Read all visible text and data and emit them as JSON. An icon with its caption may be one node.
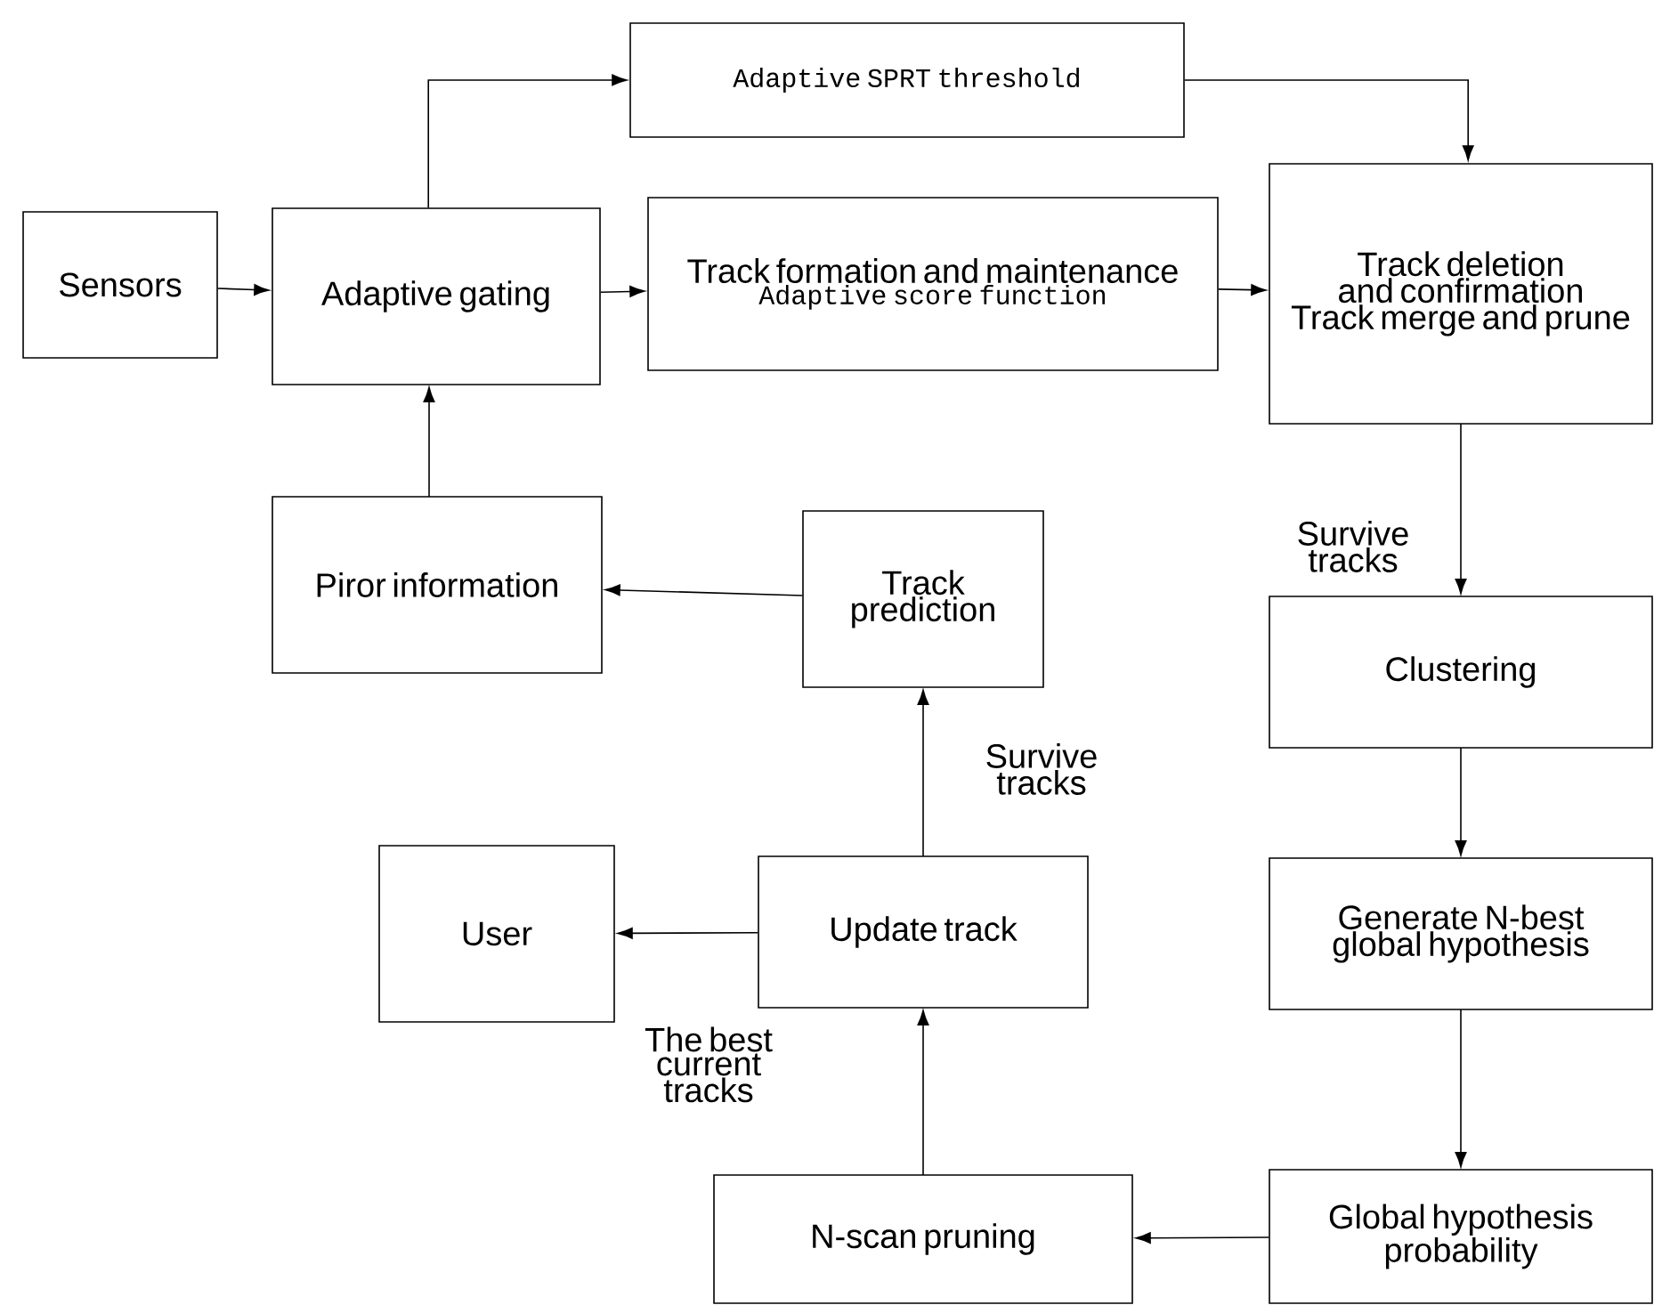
{
  "diagram": {
    "nodes": [
      {
        "text": [
          "Sensors"
        ]
      },
      {
        "text": [
          "Adaptive gating"
        ]
      },
      {
        "text": [
          "Adaptive SPRT threshold"
        ]
      },
      {
        "text": [
          "Track formation and maintenance",
          "Adaptive score function"
        ]
      },
      {
        "text": [
          "Track deletion and confirmation",
          "Track merge and prune"
        ]
      },
      {
        "text": [
          "Piror information"
        ]
      },
      {
        "text": [
          "Track prediction"
        ]
      },
      {
        "text": [
          "Clustering"
        ]
      },
      {
        "text": [
          "Generate N-best global hypothesis"
        ]
      },
      {
        "text": [
          "User"
        ]
      },
      {
        "text": [
          "Update track"
        ]
      },
      {
        "text": [
          "N-scan pruning"
        ]
      },
      {
        "text": [
          "Global hypothesis probability"
        ]
      }
    ],
    "edges": [
      {
        "from": 0,
        "to": 1,
        "arrow": "to"
      },
      {
        "from": 1,
        "to": 2,
        "arrow": "to"
      },
      {
        "from": 1,
        "to": 3,
        "arrow": "to"
      },
      {
        "from": 2,
        "to": 4,
        "arrow": "to"
      },
      {
        "from": 3,
        "to": 4,
        "arrow": "to"
      },
      {
        "from": 4,
        "to": 7,
        "arrow": "to",
        "label": "Survive tracks"
      },
      {
        "from": 5,
        "to": 1,
        "arrow": "to"
      },
      {
        "from": 6,
        "to": 5,
        "arrow": "to"
      },
      {
        "from": 10,
        "to": 6,
        "arrow": "to",
        "label": "Survive tracks"
      },
      {
        "from": 10,
        "to": 9,
        "arrow": "to",
        "label": "The best current tracks"
      },
      {
        "from": 11,
        "to": 10,
        "arrow": "to"
      },
      {
        "from": 7,
        "to": 8,
        "arrow": "to"
      },
      {
        "from": 8,
        "to": 12,
        "arrow": "to"
      },
      {
        "from": 12,
        "to": 11,
        "arrow": "to"
      }
    ]
  }
}
